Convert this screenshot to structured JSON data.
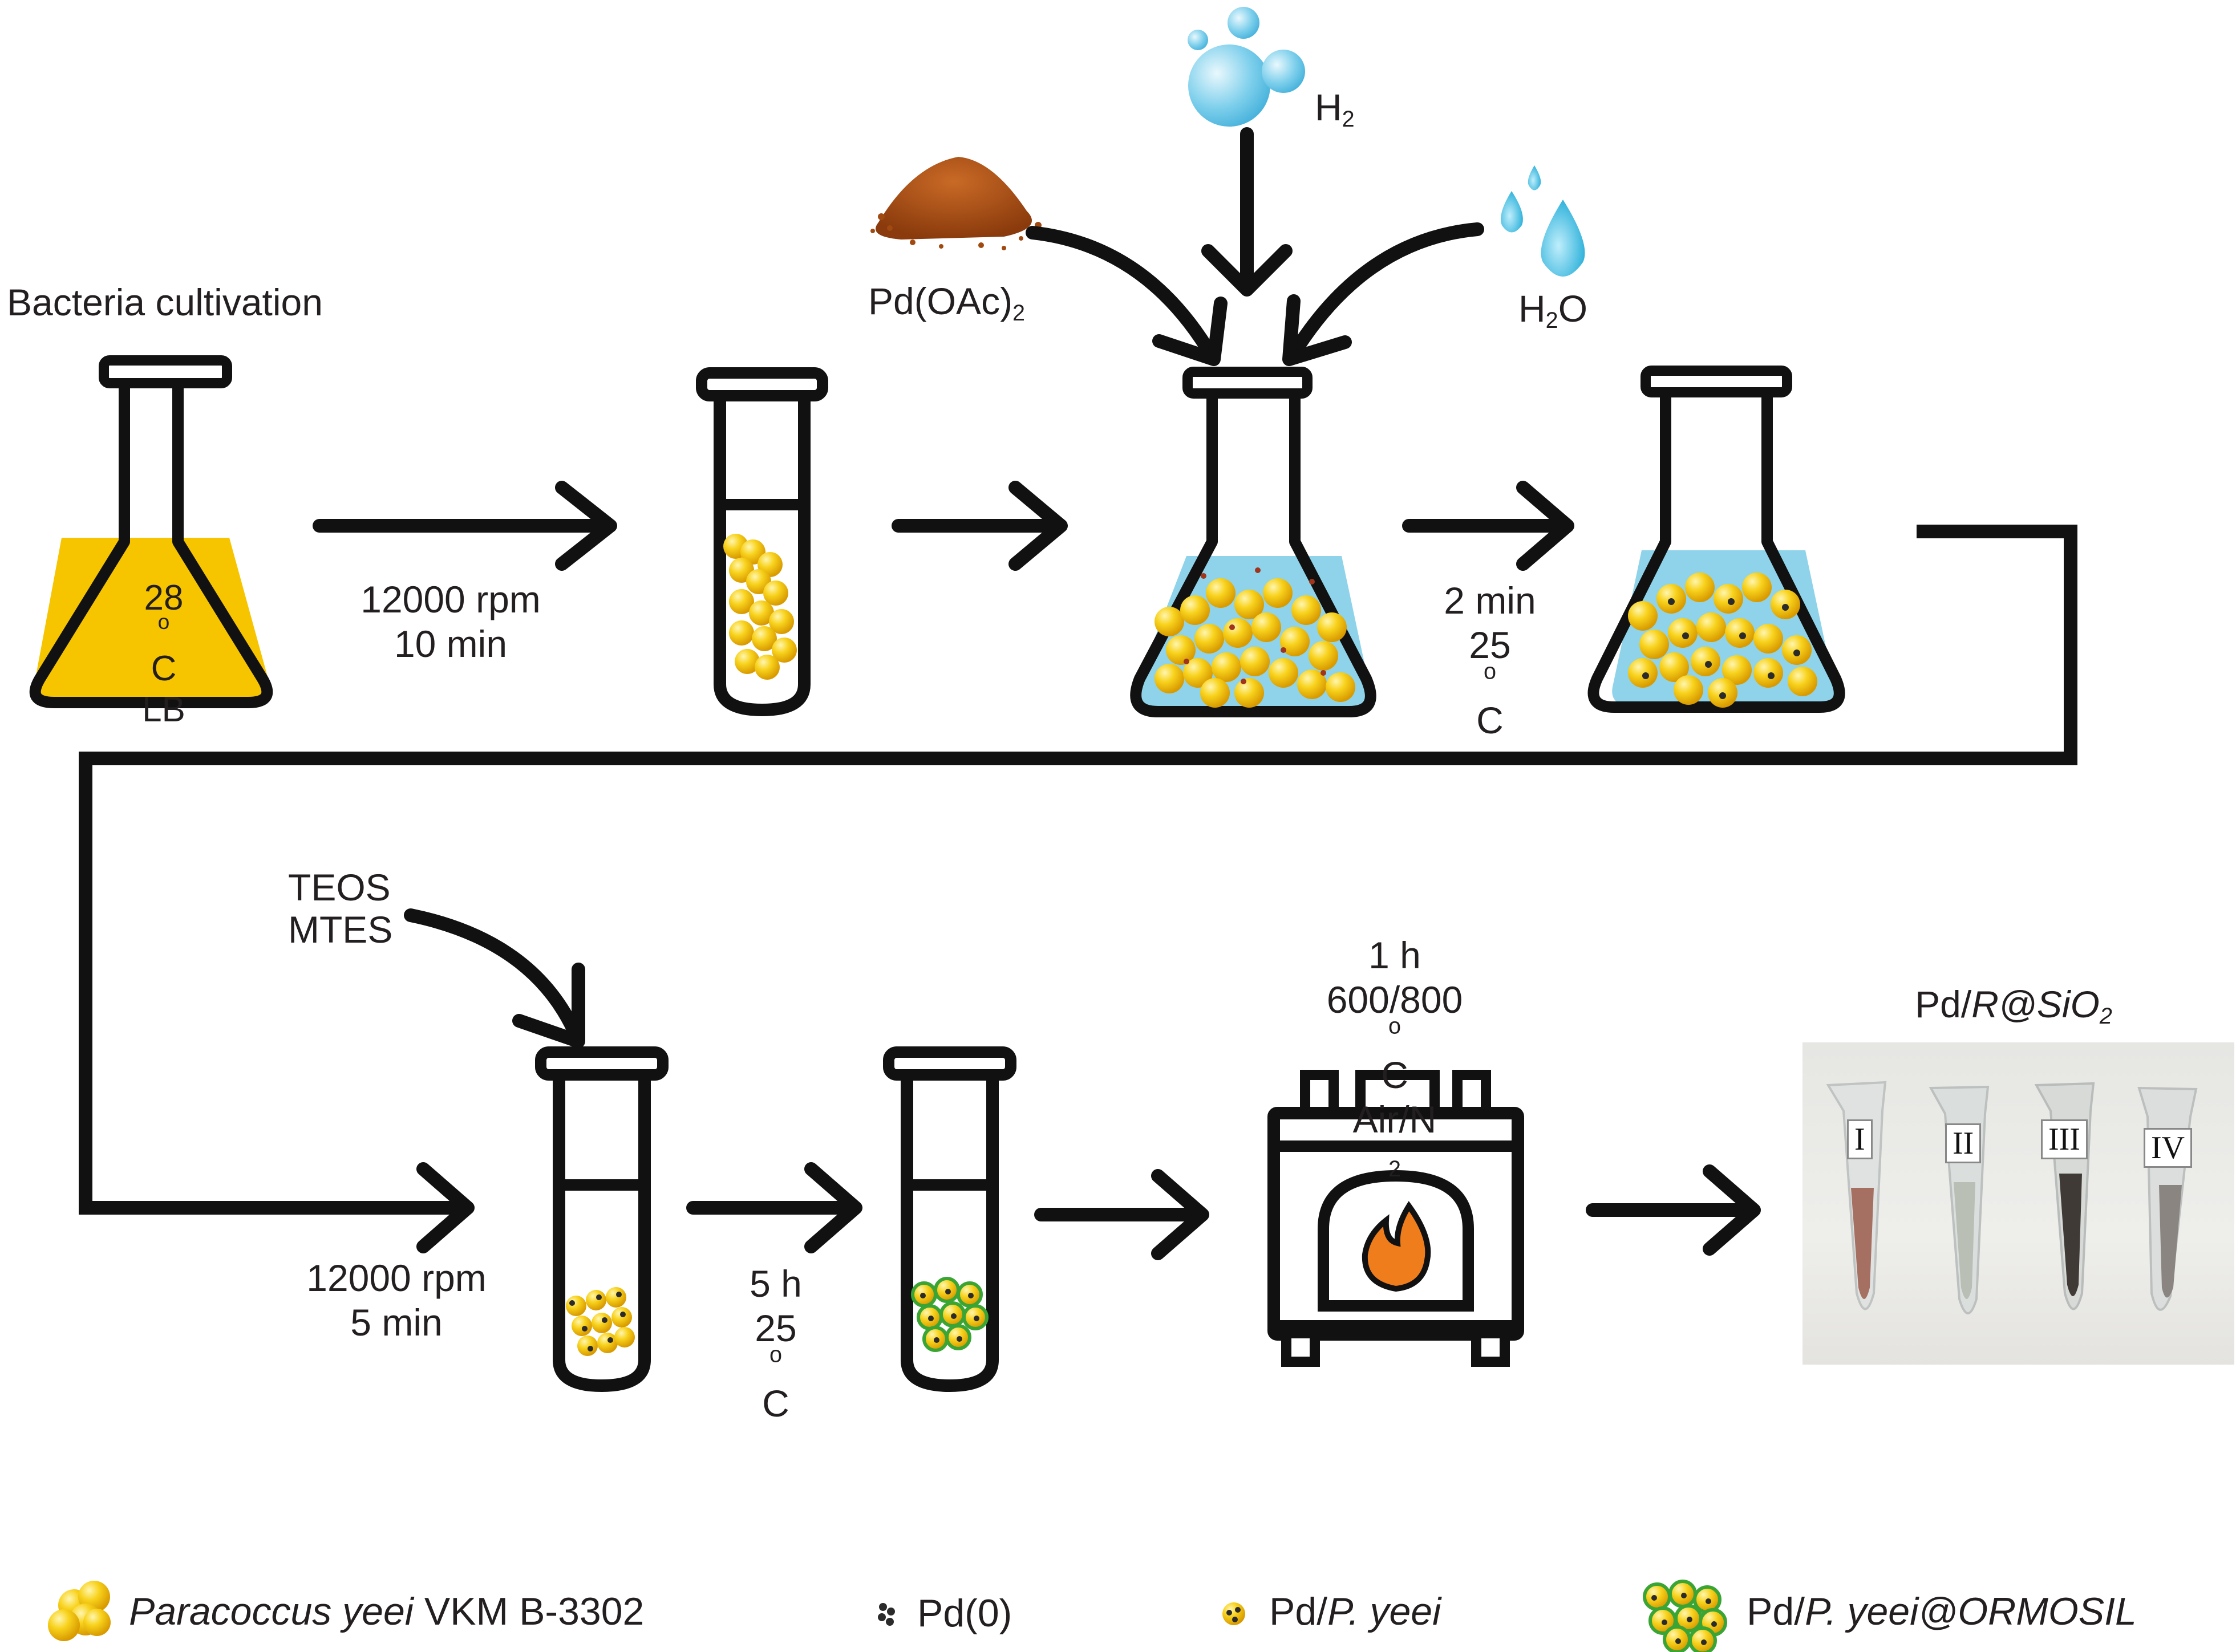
{
  "labels": {
    "bacteria_cultivation": "Bacteria cultivation",
    "flask1_line1_num": "28",
    "flask1_line1_unit": "C",
    "flask1_line2": "LB",
    "step1_line1": "12000  rpm",
    "step1_line2": "10 min",
    "h2_main": "H",
    "h2_sub": "2",
    "pdoac_main": "Pd(OAc)",
    "pdoac_sub": "2",
    "h2o_h": "H",
    "h2o_sub": "2",
    "h2o_o": "O",
    "step3_line1": "2 min",
    "step3_line2_num": "25",
    "step3_line2_unit": "C",
    "teos": "TEOS",
    "mtes": "MTES",
    "step5_line1": "12000  rpm",
    "step5_line2": "5 min",
    "step6_line1": "5 h",
    "step6_line2_num": "25",
    "step6_line2_unit": "C",
    "furnace_line1": "1 h",
    "furnace_line2_num": "600/800",
    "furnace_line2_unit": "C",
    "furnace_line3_main": "Air/N",
    "furnace_line3_sub": "2",
    "product_pd": "Pd/",
    "product_r": "R@SiO",
    "product_sub": "2",
    "degree": "o"
  },
  "photo": {
    "tubes": [
      "I",
      "II",
      "III",
      "IV"
    ]
  },
  "legend": {
    "item1_italic": "Paracoccus yeei",
    "item1_rest": " VKM B-3302",
    "item2": "Pd(0)",
    "item3_prefix": "Pd/",
    "item3_italic": "P. yeei",
    "item4_prefix": "Pd/",
    "item4_italic": "P. yeei@ORMOSIL"
  },
  "colors": {
    "lb_medium": "#f7c400",
    "liquid": "#8fd3ea",
    "bacteria": "#f5c518",
    "powder": "#a04a12",
    "water": "#3cb8de",
    "flame": "#f07d1c",
    "ormosil": "#3aa535"
  }
}
